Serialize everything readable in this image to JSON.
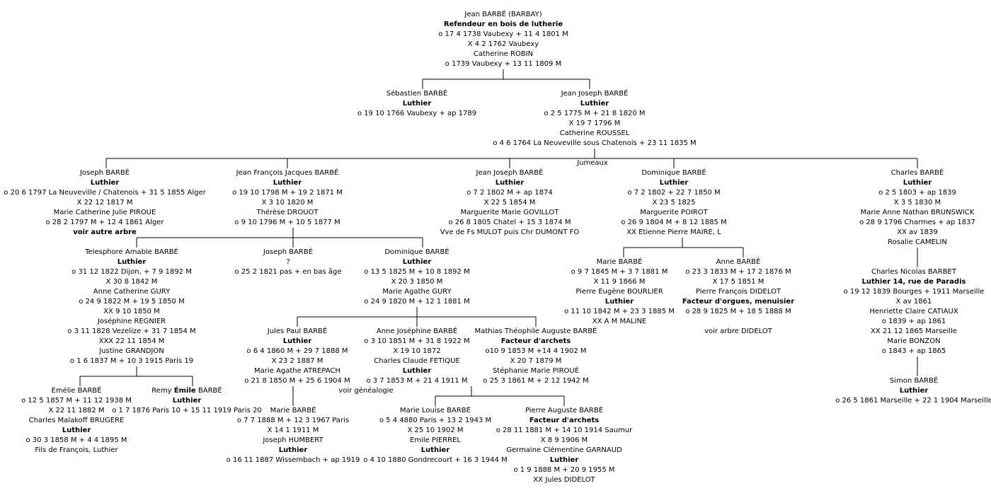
{
  "root": {
    "name": "Jean BARBÉ (BARBAY)",
    "profession": "Refendeur en bois de lutherie",
    "life": "o 17 4 1738 Vaubexy + 11 4 1801 M",
    "marriage": "X 4 2 1762 Vaubexy",
    "spouse": "Catherine ROBIN",
    "spouse_life": "o 1739 Vaubexy + 13 11 1809 M"
  },
  "gen2": {
    "sebastien": {
      "name": "Sébastien BARBÉ",
      "profession": "Luthier",
      "life": "o 19 10 1766 Vaubexy + ap 1789"
    },
    "jean_joseph": {
      "name": "Jean Joseph BARBÉ",
      "profession": "Luthier",
      "life": "o 2 5 1775 M + 21 8 1820 M",
      "marriage": "X 19 7 1796 M",
      "spouse": "Catherine ROUSSEL",
      "spouse_life": "o 4 6 1764 La Neuveville sous Chatenois + 23 11 1835 M"
    },
    "twins_label": "Jumeaux"
  },
  "gen3": {
    "joseph": {
      "name": "Joseph BARBÉ",
      "profession": "Luthier",
      "life": "o 20 6 1797 La Neuveville / Chatenois + 31 5 1855 Alger",
      "marriage": "X 22 12 1817 M",
      "spouse": "Marie Catherine Julie PIROUE",
      "spouse_life": "o 28 2 1797 M + 12 4 1861 Alger",
      "note": "voir autre arbre"
    },
    "jean_francois": {
      "name": "Jean François Jacques BARBÉ",
      "profession": "Luthier",
      "life": "o 19 10 1798 M + 19 2 1871 M",
      "marriage": "X 3 10 1820 M",
      "spouse": "Thérèse DROUOT",
      "spouse_life": "o 9 10 1796 M + 10 5 1877 M"
    },
    "jean_joseph2": {
      "name": "Jean Joseph BARBÉ",
      "profession": "Luthier",
      "life": "o 7 2 1802 M + ap 1874",
      "marriage": "X 22 5 1854 M",
      "spouse": "Marguerite Marie GOVILLOT",
      "spouse_life": "o 26 8 1805 Chatel + 15 3 1874 M",
      "note": "Vve de Fs MULOT puis Chr DUMONT FO"
    },
    "dominique": {
      "name": "Dominique BARBÉ",
      "profession": "Luthier",
      "life": "o 7 2 1802 + 22 7 1850 M",
      "marriage": "X 23 5 1825",
      "spouse": "Marguerite POIROT",
      "spouse_life": "o 26 9 1804 M + 8 12 1885 M",
      "marriage2": "XX Etienne Pierre MAIRE, L"
    },
    "charles": {
      "name": "Charles BARBÉ",
      "profession": "Luthier",
      "life": "o 2 5 1803 + ap 1839",
      "marriage": "X 3 5 1830 M",
      "spouse": "Marie Anne Nathan BRUNSWICK",
      "spouse_life": "o 28 9 1796 Charmes + ap 1837",
      "marriage2": "XX av 1839",
      "spouse2": "Rosalie CAMELIN"
    }
  },
  "gen4": {
    "telesphore": {
      "name": "Telesphore Amable BARBÉ",
      "profession": "Luthier",
      "life": "o 31 12 1822 Dijon, + 7 9 1892 M",
      "marriage": "X 30 8 1842 M",
      "spouse": "Anne Catherine GURY",
      "spouse_life": "o 24 9 1822 M + 19 5 1850 M",
      "marriage2": "XX 9 10 1850 M",
      "spouse2": "Joséphine REGNIER",
      "spouse2_life": "o 3 11 1828 Vezelize + 31 7 1854 M",
      "marriage3": "XXX 22 11 1854 M",
      "spouse3": "Justine GRANDJON",
      "spouse3_life": "o 1 6 1837 M + 10 3 1915 Paris 19"
    },
    "joseph3": {
      "name": "Joseph BARBÉ",
      "unknown": "?",
      "life": "o 25 2 1821 pas + en bas âge"
    },
    "dominique2": {
      "name": "Dominique BARBÉ",
      "profession": "Luthier",
      "life": "o 13 5 1825 M + 10 8 1892 M",
      "marriage": "X 20 3 1850 M",
      "spouse": "Marie Agathe GURY",
      "spouse_life": "o 24 9 1820 M + 12 1 1881 M"
    },
    "marie_m": {
      "name": "Marie BARBÉ",
      "life": "o 9 7 1845 M + 3 7 1881 M",
      "marriage": "X 11 9 1866 M",
      "spouse": "Pierre Eugène BOURLIER",
      "spouse_profession": "Luthier",
      "spouse_life": "o 11 10 1842 M + 23 3 1885 M",
      "marriage2": "XX A M MALINE"
    },
    "anne": {
      "name": "Anne BARBÉ",
      "life": "o 23 3 1833 M + 17 2 1876 M",
      "marriage": "X 17 5 1851 M",
      "spouse": "Pierre François DIDELOT",
      "spouse_profession": "Facteur d'orgues, menuisier",
      "spouse_life": "o 28 9 1825 M + 18 5 1888 M",
      "note": "voir arbre DIDELOT"
    },
    "charles_nicolas": {
      "name": "Charles Nicolas BARBET",
      "profession": "Luthier 14, rue de Paradis",
      "life": "o 19 12 1839 Bourges + 1911 Marseille",
      "marriage": "X av 1861",
      "spouse": "Henriette Claire CATIAUX",
      "spouse_life": "o 1839 + ap 1861",
      "marriage2": "XX 21 12 1865 Marseille",
      "spouse2": "Marie BONZON",
      "spouse2_life": "o 1843 + ap 1865"
    }
  },
  "gen5": {
    "emelie": {
      "name": "Emélie BARBÉ",
      "life": "o 12 5 1857 M + 11 12 1938 M",
      "marriage": "X 22 11 1882 M",
      "spouse": "Charles Malakoff BRUGERE",
      "spouse_profession": "Luthier",
      "spouse_life": "o 30 3 1858 M + 4 4 1895 M",
      "note": "Fils de François, Luthier"
    },
    "remy": {
      "name_pre": "Remy",
      "name_em": "Émile",
      "name_post": "BARBÉ",
      "profession": "Luthier",
      "life": "o 1 7 1876 Paris 10 + 15 11 1919 Paris 20"
    },
    "jules": {
      "name": "Jules Paul BARBÉ",
      "profession": "Luthier",
      "life": "o 6 4 1860 M + 29 7 1888 M",
      "marriage": "X 23 2 1887 M",
      "spouse": "Marie Agathe ATREPACH",
      "spouse_life": "o 21 8 1850 M + 25 6 1904 M"
    },
    "anne_josephine": {
      "name": "Anne Joséphine BARBÉ",
      "life": "o 3 10 1851 M + 31 8 1922 M",
      "marriage": "X 19 10 1872",
      "spouse": "Charles Claude FETIQUE",
      "spouse_profession": "Luthier",
      "spouse_life": "o 3 7 1853 M + 21 4 1911 M",
      "note": "voir généalogie"
    },
    "mathias": {
      "name": "Mathias Théophile Auguste BARBÉ",
      "profession": "Facteur d'archets",
      "life": "o10 9 1853 M +14 4 1902 M",
      "marriage": "X 20 7 1879 M",
      "spouse": "Stéphanie Marie PIROUÉ",
      "spouse_life": "o 25 3 1861 M + 2 12 1942 M"
    },
    "simon": {
      "name": "Simon BARBÉ",
      "profession": "Luthier",
      "life": "o 26 5 1861 Marseille + 22 1 1904 Marseille"
    }
  },
  "gen6": {
    "marie2": {
      "name": "Marie BARBÉ",
      "life": "o 7 7 1888 M + 12 3 1967 Paris",
      "marriage": "X 14 1 1911 M",
      "spouse": "Joseph HUMBERT",
      "spouse_profession": "Luthier",
      "spouse_life": "o 16 11 1887 Wissembach + ap 1919"
    },
    "marie_louise": {
      "name": "Marie Louise BARBÉ",
      "life": "o 5 4 4880 Paris + 13 2 1943 M",
      "marriage": "X 25 10 1902 M",
      "spouse": "Emile PIERREL",
      "spouse_profession": "Luthier",
      "spouse_life": "o 4 10 1880 Gondrecourt + 16 3 1944 M"
    },
    "pierre_auguste": {
      "name": "Pierre Auguste BARBÉ",
      "profession": "Facteur d'archets",
      "life": "o 28 11 1881 M + 14 10 1914 Saumur",
      "marriage": "X 8 9 1906 M",
      "spouse": "Germaine Clémentine GARNAUD",
      "spouse_profession": "Luthier",
      "spouse_life": "o 1 9 1888 M + 20 9 1955 M",
      "marriage2": "XX Jules DIDELOT"
    }
  }
}
